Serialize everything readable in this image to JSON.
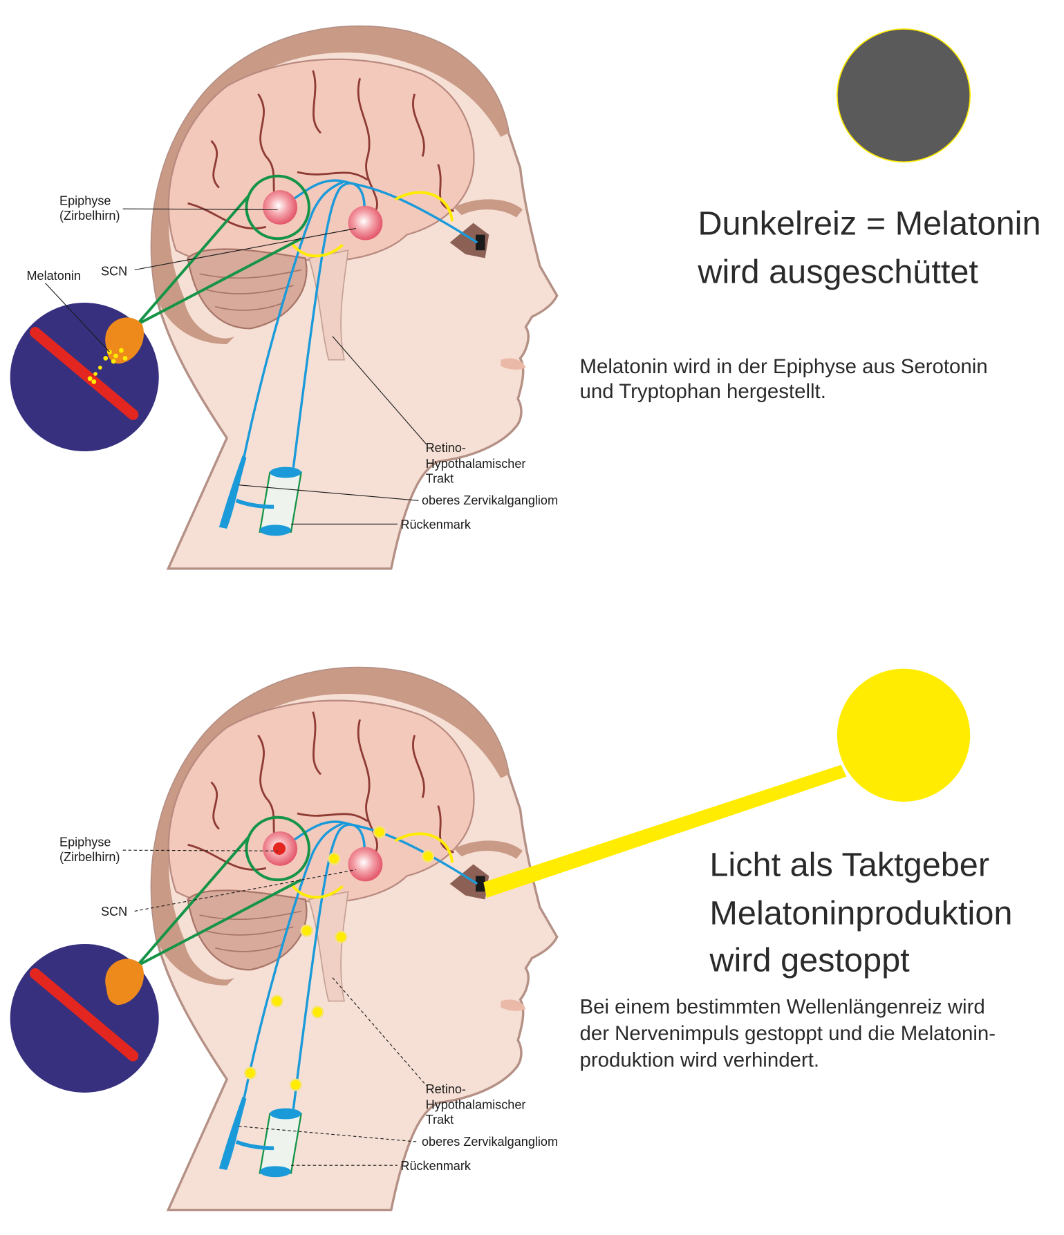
{
  "colors": {
    "skin": "#f6e0d6",
    "hair": "#c99a86",
    "brain": "#f3c9bb",
    "nerve": "#1a9ad9",
    "green": "#159447",
    "yellow": "#ffec00",
    "inset": "#36307f",
    "vessel": "#e3261f",
    "gland": "#ee8a1c",
    "moon": "#5a5a5a"
  },
  "top": {
    "title_line1": "Dunkelreiz = Melatonin",
    "title_line2": "wird ausgeschüttet",
    "para_line1": "Melatonin wird in der Epiphyse aus Serotonin",
    "para_line2": "und Tryptophan hergestellt.",
    "labels": {
      "epiphyse": "Epiphyse",
      "zirbelhirn": "(Zirbelhirn)",
      "scn": "SCN",
      "melatonin": "Melatonin",
      "retino": "Retino-",
      "hypothalamischer": "Hypothalamischer",
      "trakt": "Trakt",
      "zervikal": "oberes Zervikalgangliom",
      "rueckenmark": "Rückenmark"
    }
  },
  "bottom": {
    "title_line1": "Licht als Taktgeber",
    "title_line2": "Melatoninproduktion",
    "title_line3": "wird gestoppt",
    "para_line1": "Bei einem bestimmten Wellenlängenreiz wird",
    "para_line2": "der Nervenimpuls gestoppt und die Melatonin-",
    "para_line3": "produktion wird verhindert.",
    "labels": {
      "epiphyse": "Epiphyse",
      "zirbelhirn": "(Zirbelhirn)",
      "scn": "SCN",
      "retino": "Retino-",
      "hypothalamischer": "Hypothalamischer",
      "trakt": "Trakt",
      "zervikal": "oberes Zervikalgangliom",
      "rueckenmark": "Rückenmark"
    }
  }
}
